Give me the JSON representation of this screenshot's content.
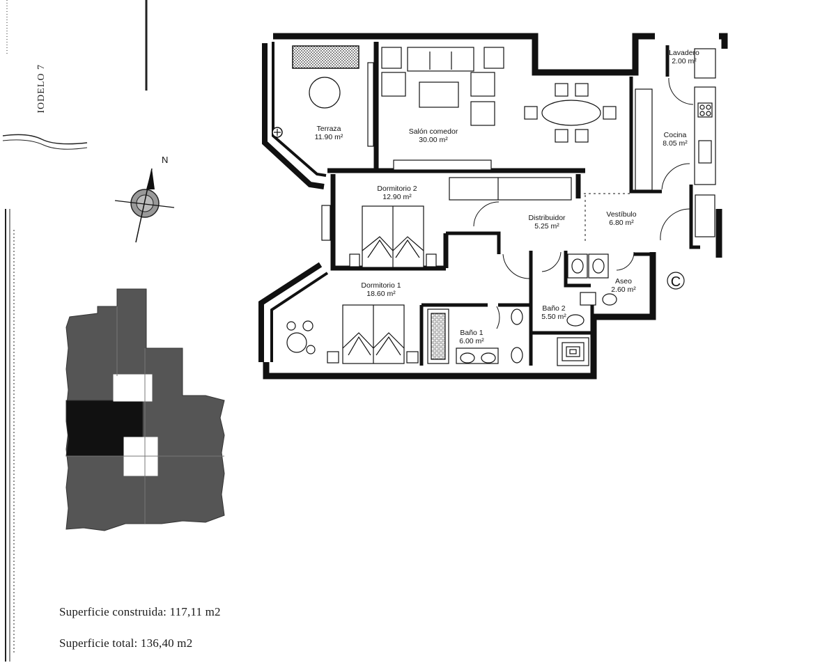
{
  "model_label": "IODELO 7",
  "compass": {
    "north": "N"
  },
  "entrance_marker": "C",
  "rooms": [
    {
      "id": "terraza",
      "name": "Terraza",
      "area": "11.90 m²"
    },
    {
      "id": "salon",
      "name": "Salón comedor",
      "area": "30.00 m²"
    },
    {
      "id": "lavadero",
      "name": "Lavadero",
      "area": "2.00 m²"
    },
    {
      "id": "cocina",
      "name": "Cocina",
      "area": "8.05 m²"
    },
    {
      "id": "dormitorio2",
      "name": "Dormitorio 2",
      "area": "12.90 m²"
    },
    {
      "id": "distribuidor",
      "name": "Distribuidor",
      "area": "5.25 m²"
    },
    {
      "id": "vestibulo",
      "name": "Vestíbulo",
      "area": "6.80 m²"
    },
    {
      "id": "dormitorio1",
      "name": "Dormitorio 1",
      "area": "18.60 m²"
    },
    {
      "id": "aseo",
      "name": "Aseo",
      "area": "2.60 m²"
    },
    {
      "id": "bano2",
      "name": "Baño 2",
      "area": "5.50 m²"
    },
    {
      "id": "bano1",
      "name": "Baño 1",
      "area": "6.00 m²"
    }
  ],
  "surfaces": {
    "built": "Superficie construida: 117,11 m2",
    "total": "Superficie total: 136,40 m2"
  },
  "colors": {
    "wall": "#111111",
    "plan_fill": "#555555",
    "highlight": "#111111",
    "paper": "#ffffff"
  }
}
